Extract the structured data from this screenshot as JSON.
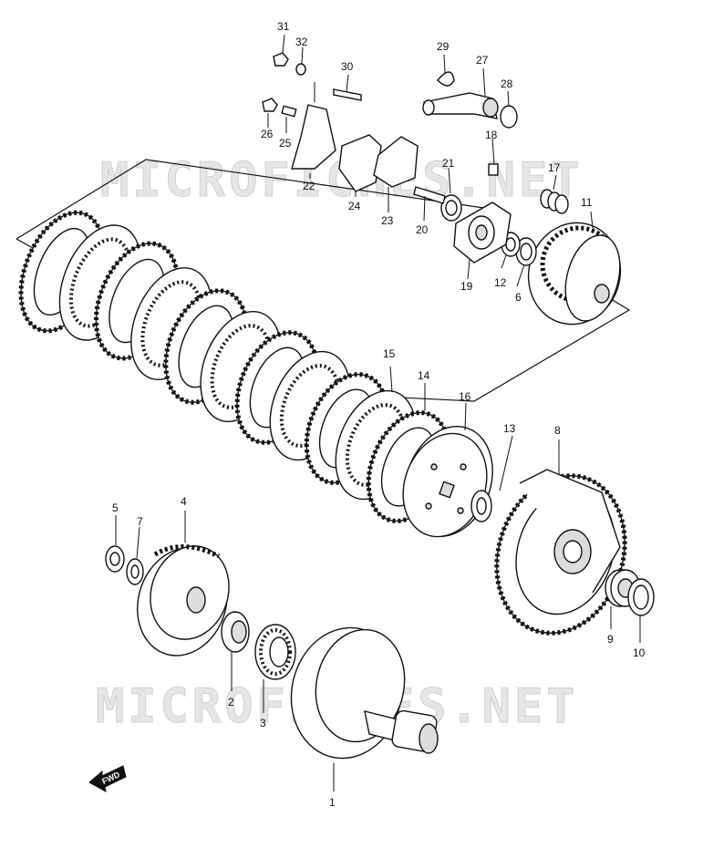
{
  "watermarks": [
    "MICROFICHES.NET",
    "MICROFICHES.NET"
  ],
  "fwd_label": "FWD",
  "callouts": [
    "1",
    "2",
    "3",
    "4",
    "5",
    "6",
    "7",
    "8",
    "9",
    "10",
    "11",
    "12",
    "13",
    "14",
    "15",
    "16",
    "17",
    "18",
    "19",
    "20",
    "21",
    "22",
    "23",
    "24",
    "25",
    "26",
    "27",
    "28",
    "29",
    "30",
    "31",
    "32"
  ]
}
